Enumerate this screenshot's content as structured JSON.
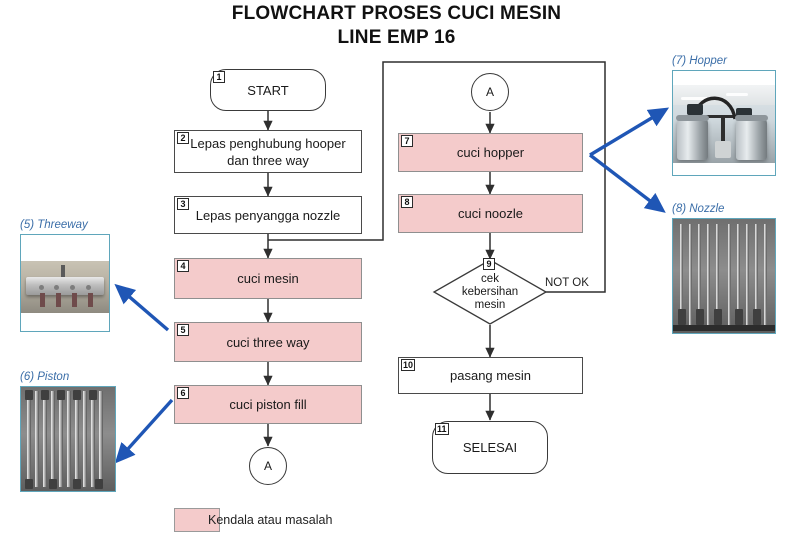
{
  "title": {
    "line1": "FLOWCHART PROSES CUCI MESIN",
    "line2": "LINE EMP 16"
  },
  "nodes": [
    {
      "id": "1",
      "label": "START",
      "shape": "terminator",
      "fill": "white"
    },
    {
      "id": "2",
      "label": "Lepas penghubung hooper dan three way",
      "shape": "process",
      "fill": "white"
    },
    {
      "id": "3",
      "label": "Lepas penyangga nozzle",
      "shape": "process",
      "fill": "white"
    },
    {
      "id": "4",
      "label": "cuci mesin",
      "shape": "process",
      "fill": "pink"
    },
    {
      "id": "5",
      "label": "cuci three way",
      "shape": "process",
      "fill": "pink"
    },
    {
      "id": "6",
      "label": "cuci piston fill",
      "shape": "process",
      "fill": "pink"
    },
    {
      "id": "7",
      "label": "cuci hopper",
      "shape": "process",
      "fill": "pink"
    },
    {
      "id": "8",
      "label": "cuci noozle",
      "shape": "process",
      "fill": "pink"
    },
    {
      "id": "9",
      "label": "cek kebersihan mesin",
      "shape": "decision",
      "fill": "white"
    },
    {
      "id": "10",
      "label": "pasang mesin",
      "shape": "process",
      "fill": "white"
    },
    {
      "id": "11",
      "label": "SELESAI",
      "shape": "terminator",
      "fill": "white"
    }
  ],
  "node_text": {
    "n1": "START",
    "n2_l1": "Lepas penghubung hooper",
    "n2_l2": "dan three way",
    "n3": "Lepas penyangga nozzle",
    "n4": "cuci mesin",
    "n5": "cuci three way",
    "n6": "cuci piston fill",
    "n7": "cuci hopper",
    "n8": "cuci noozle",
    "n9_l1": "cek",
    "n9_l2": "kebersihan",
    "n9_l3": "mesin",
    "n10": "pasang mesin",
    "n11": "SELESAI"
  },
  "badges": {
    "b1": "1",
    "b2": "2",
    "b3": "3",
    "b4": "4",
    "b5": "5",
    "b6": "6",
    "b7": "7",
    "b8": "8",
    "b9": "9",
    "b10": "10",
    "b11": "11"
  },
  "connectors": {
    "a_out": "A",
    "a_in": "A"
  },
  "edge_labels": {
    "not_ok": "NOT OK"
  },
  "photos": [
    {
      "id": "5",
      "caption": "(5) Threeway",
      "subject": "threeway-valve-block"
    },
    {
      "id": "6",
      "caption": "(6) Piston",
      "subject": "piston-rods"
    },
    {
      "id": "7",
      "caption": "(7) Hopper",
      "subject": "hopper-tanks"
    },
    {
      "id": "8",
      "caption": "(8) Nozzle",
      "subject": "nozzle-needles"
    }
  ],
  "photo_captions": {
    "threeway": "(5) Threeway",
    "piston": "(6) Piston",
    "hopper": "(7) Hopper",
    "nozzle": "(8) Nozzle"
  },
  "legend": {
    "label": "Kendala atau masalah",
    "swatch_color": "#f4cbcb"
  },
  "colors": {
    "problem_fill": "#f4cbcb",
    "node_stroke": "#4a4a4a",
    "flow_line": "#3a3a3a",
    "pointer_arrow": "#1f56b5",
    "photo_border": "#5fa6bb",
    "caption_text": "#3b6ea8",
    "background": "#ffffff"
  }
}
